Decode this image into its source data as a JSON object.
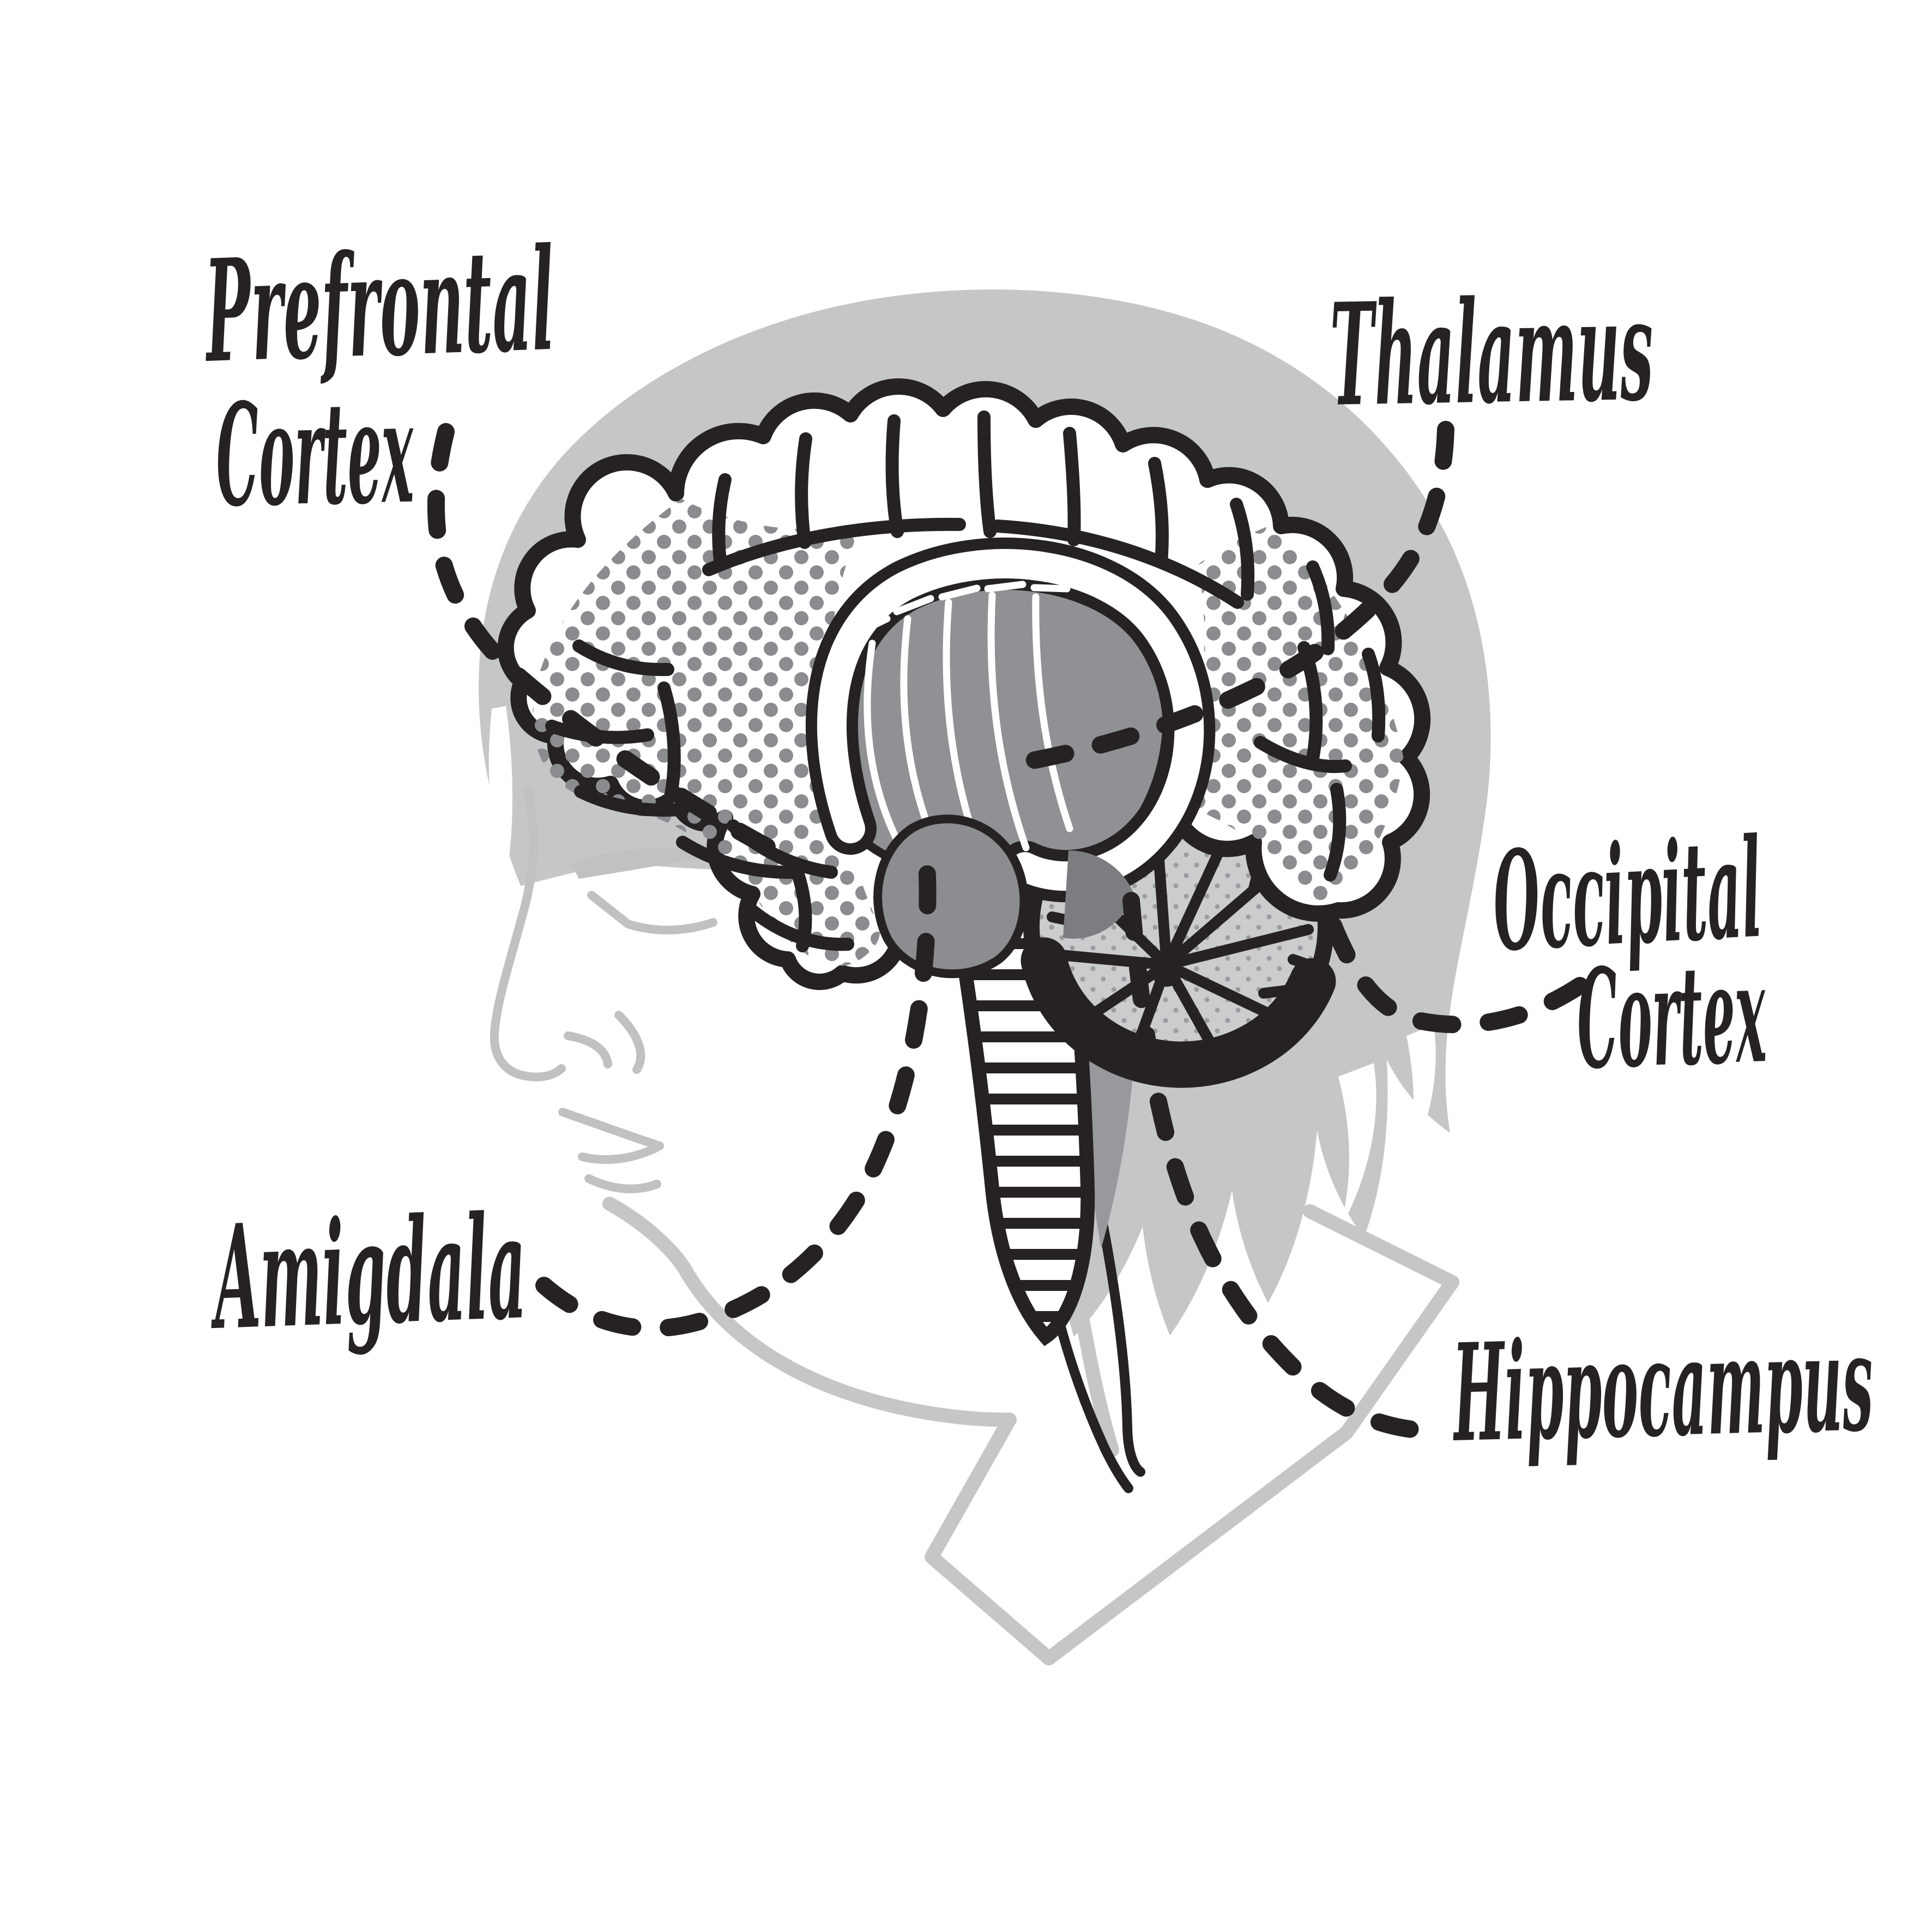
{
  "figure": {
    "type": "anatomical-diagram",
    "subject": "Human brain regions shown inside a woman's head profile (side view)",
    "style": "black-and-white pop-art halftone illustration with handwritten labels and dashed leader lines"
  },
  "labels": [
    {
      "id": "prefrontal-cortex",
      "lines": [
        "Prefrontal",
        "Cortex"
      ],
      "points_to": "frontal halftone region of the brain"
    },
    {
      "id": "thalamus",
      "lines": [
        "Thalamus"
      ],
      "points_to": "central gray mass of the brain"
    },
    {
      "id": "occipital-cortex",
      "lines": [
        "Occipital",
        "Cortex"
      ],
      "points_to": "rear halftone region of the brain"
    },
    {
      "id": "amigdala",
      "lines": [
        "Amigdala"
      ],
      "points_to": "deep gray nucleus above the brainstem"
    },
    {
      "id": "hippocampus",
      "lines": [
        "Hippocampus"
      ],
      "points_to": "region at the cerebellum / brainstem"
    }
  ],
  "colors": {
    "background": "#ffffff",
    "ink": "#262223",
    "silhouette": "#c5c6c8",
    "face_line": "#bfc1c3",
    "halftone_dot": "#8a8c8f",
    "thalamus_gray": "#8f9194",
    "deep_nucleus_gray": "#8b8d90",
    "cerebellum_fill": "#cbccce",
    "cerebellum_dot": "#9b9da0",
    "peduncle_gray": "#97999c"
  }
}
